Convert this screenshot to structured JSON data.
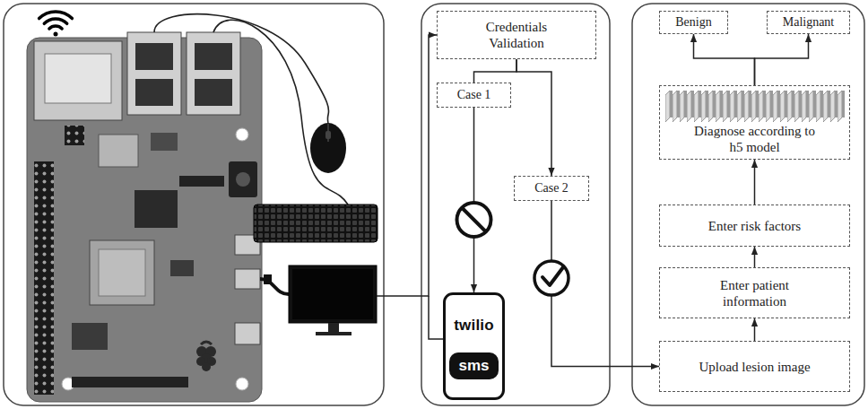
{
  "diagram": {
    "nodes": [
      {
        "text": [
          "Credentials Validation"
        ]
      },
      {
        "text": [
          "Case 1"
        ]
      },
      {
        "text": [
          "Case 2"
        ]
      },
      {
        "text": [
          "twilio",
          "sms"
        ]
      },
      {
        "text": [
          "Benign"
        ]
      },
      {
        "text": [
          "Malignant"
        ]
      },
      {
        "text": [
          "Diagnose according to h5 model"
        ]
      },
      {
        "text": [
          "Enter risk factors"
        ]
      },
      {
        "text": [
          "Enter patient information"
        ]
      },
      {
        "text": [
          "Upload lesion image"
        ]
      }
    ],
    "edges": [
      {
        "from": 0,
        "to": 1,
        "arrow": "none"
      },
      {
        "from": 0,
        "to": 2,
        "arrow": "to"
      },
      {
        "from": 1,
        "to": 3,
        "arrow": "to"
      },
      {
        "from": 2,
        "to": 9,
        "arrow": "to"
      },
      {
        "from": 9,
        "to": 8,
        "arrow": "to"
      },
      {
        "from": 8,
        "to": 7,
        "arrow": "to"
      },
      {
        "from": 7,
        "to": 6,
        "arrow": "to"
      },
      {
        "from": 6,
        "to": 4,
        "arrow": "to"
      },
      {
        "from": 6,
        "to": 5,
        "arrow": "to"
      }
    ]
  }
}
